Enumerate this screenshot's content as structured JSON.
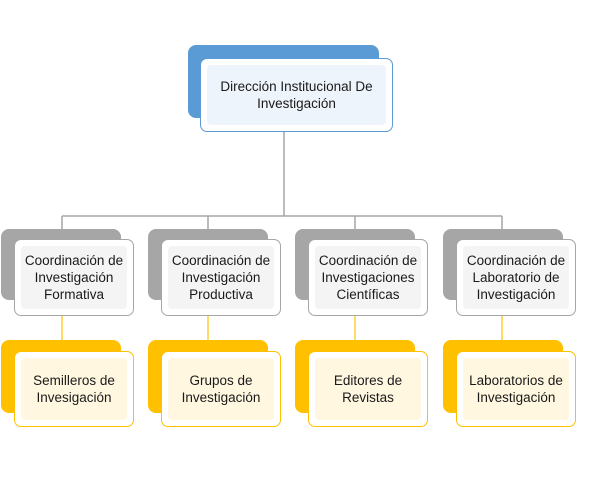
{
  "diagram": {
    "root": {
      "label": "Dirección Institucional De\nInvestigación"
    },
    "branches": [
      {
        "label": "Coordinación de\nInvestigación\nFormativa",
        "child": "Semilleros de\nInvesigación"
      },
      {
        "label": "Coordinación de\nInvestigación\nProductiva",
        "child": "Grupos de\nInvestigación"
      },
      {
        "label": "Coordinación de\nInvestigaciones\nCientíficas",
        "child": "Editores de\nRevistas"
      },
      {
        "label": "Coordinación de\nLaboratorio de\nInvestigación",
        "child": "Laboratorios de\nInvestigación"
      }
    ]
  },
  "colors": {
    "root_accent": "#5b9bd5",
    "branch_accent": "#a6a6a6",
    "leaf_accent": "#ffc000",
    "connector": "#a6a6a6"
  }
}
